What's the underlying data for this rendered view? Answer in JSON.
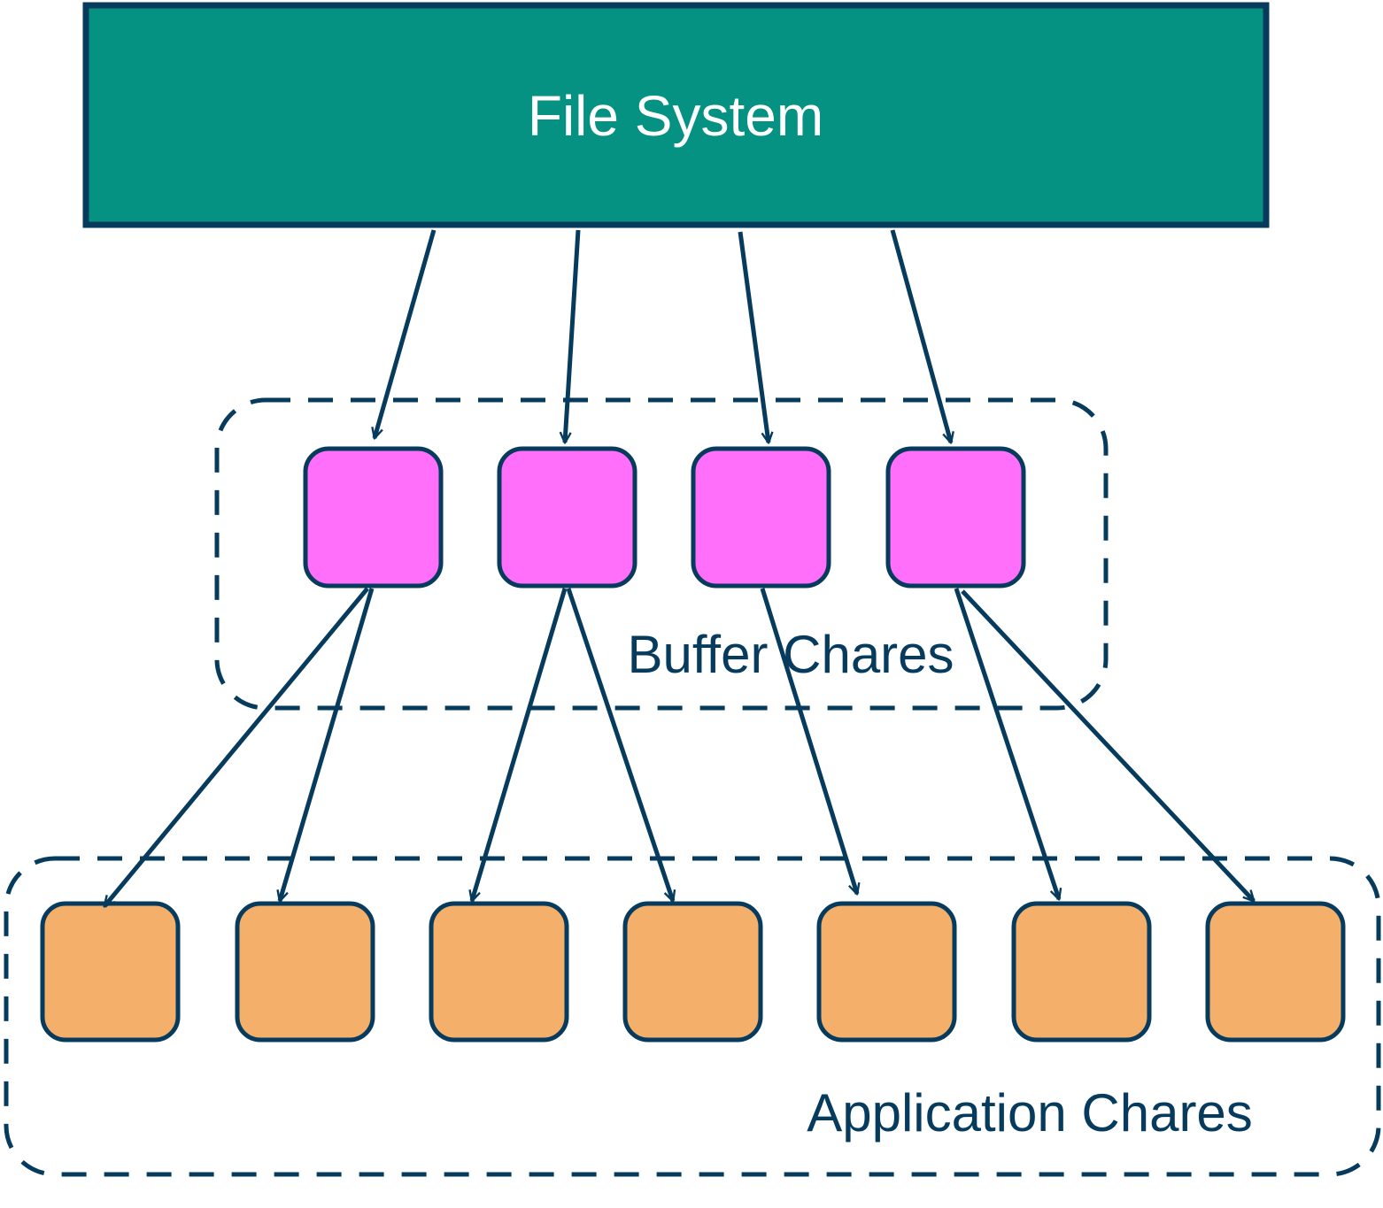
{
  "file_system": {
    "label": "File System"
  },
  "buffer_group": {
    "label": "Buffer Chares"
  },
  "application_group": {
    "label": "Application Chares"
  },
  "colors": {
    "stroke": "#063b5d",
    "file_system_fill": "#059283",
    "file_system_text": "#ffffff",
    "buffer_fill": "#ff6ff9",
    "application_fill": "#f4b06a",
    "background": "#ffffff"
  }
}
